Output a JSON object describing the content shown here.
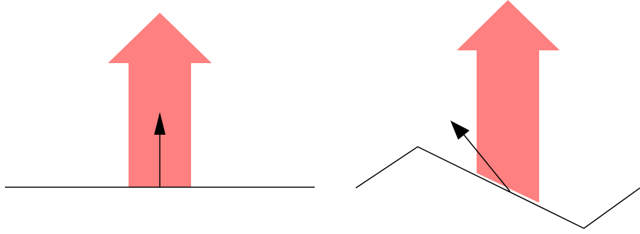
{
  "colors": {
    "light_arrow": "#ff8080",
    "surface_line": "#000000",
    "normal_vector": "#000000",
    "background": "#ffffff"
  },
  "panels": [
    {
      "name": "flat-surface-panel",
      "surface": "flat",
      "light_direction": "vertical-up",
      "normal_direction": "vertical-up"
    },
    {
      "name": "sloped-surface-panel",
      "surface": "zigzag",
      "light_direction": "vertical-up",
      "normal_direction": "tilted-up-left"
    }
  ]
}
